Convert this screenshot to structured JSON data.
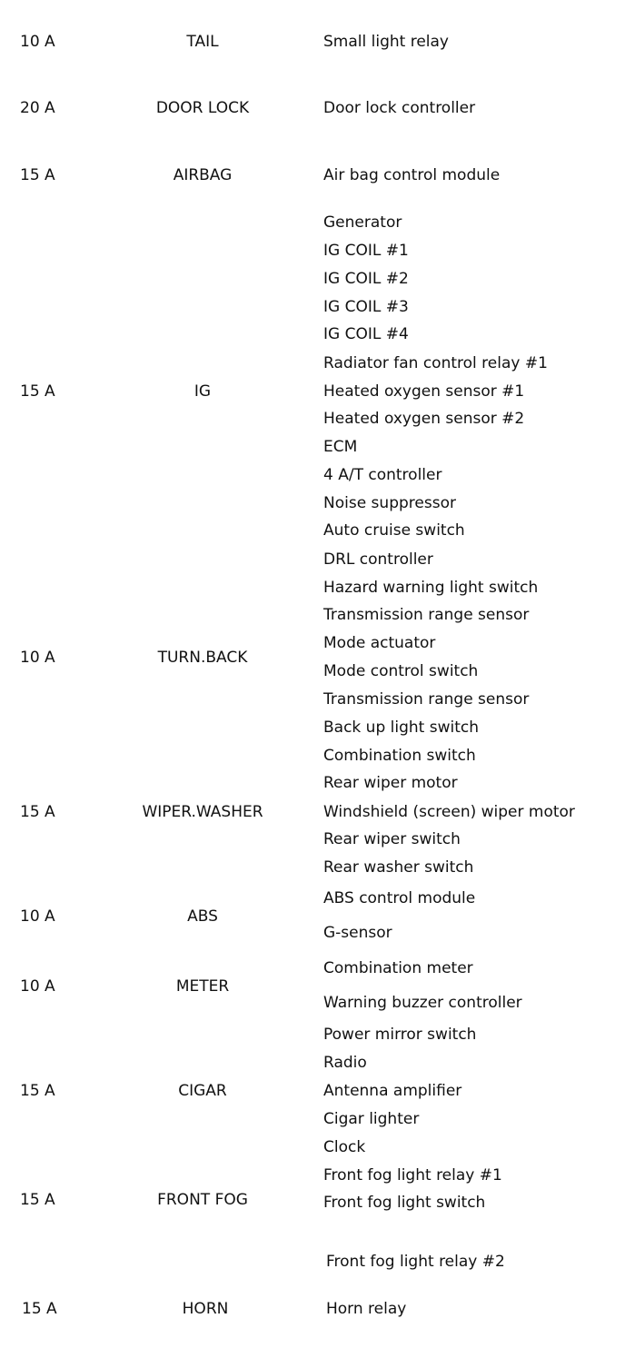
{
  "fuses": [
    {
      "amperage": "10 A",
      "name": "TAIL",
      "circuits": [
        "Small light relay"
      ]
    },
    {
      "amperage": "20 A",
      "name": "DOOR LOCK",
      "circuits": [
        "Door lock controller"
      ]
    },
    {
      "amperage": "15 A",
      "name": "AIRBAG",
      "circuits": [
        "Air bag control module"
      ]
    },
    {
      "amperage": "15 A",
      "name": "IG",
      "circuits": [
        "Generator",
        "IG COIL #1",
        "IG COIL #2",
        "IG COIL #3",
        "IG COIL #4",
        "Radiator fan control relay #1",
        "Heated oxygen sensor #1",
        "Heated oxygen sensor #2",
        "ECM",
        "4 A/T controller",
        "Noise suppressor",
        "Auto cruise switch",
        "DRL controller"
      ]
    },
    {
      "amperage": "10 A",
      "name": "TURN.BACK",
      "circuits": [
        "Hazard warning light switch",
        "Transmission range sensor",
        "Mode actuator",
        "Mode control switch",
        "Transmission range sensor",
        "Back up light switch",
        "Combination switch"
      ]
    },
    {
      "amperage": "15 A",
      "name": "WIPER.WASHER",
      "circuits": [
        "Rear wiper motor",
        "Windshield (screen) wiper motor",
        "Rear wiper switch",
        "Rear washer switch"
      ]
    },
    {
      "amperage": "10 A",
      "name": "ABS",
      "circuits": [
        "ABS control module",
        "G-sensor"
      ]
    },
    {
      "amperage": "10 A",
      "name": "METER",
      "circuits": [
        "Combination meter",
        "Warning buzzer controller"
      ]
    },
    {
      "amperage": "15 A",
      "name": "CIGAR",
      "circuits": [
        "Power mirror switch",
        "Radio",
        "Antenna amplifier",
        "Cigar lighter",
        "Clock"
      ]
    },
    {
      "amperage": "15 A",
      "name": "FRONT FOG",
      "circuits": [
        "Front fog light relay #1",
        "Front fog light switch",
        "Front fog light relay #2"
      ]
    },
    {
      "amperage": "15 A",
      "name": "HORN",
      "circuits": [
        "Horn relay"
      ]
    }
  ]
}
